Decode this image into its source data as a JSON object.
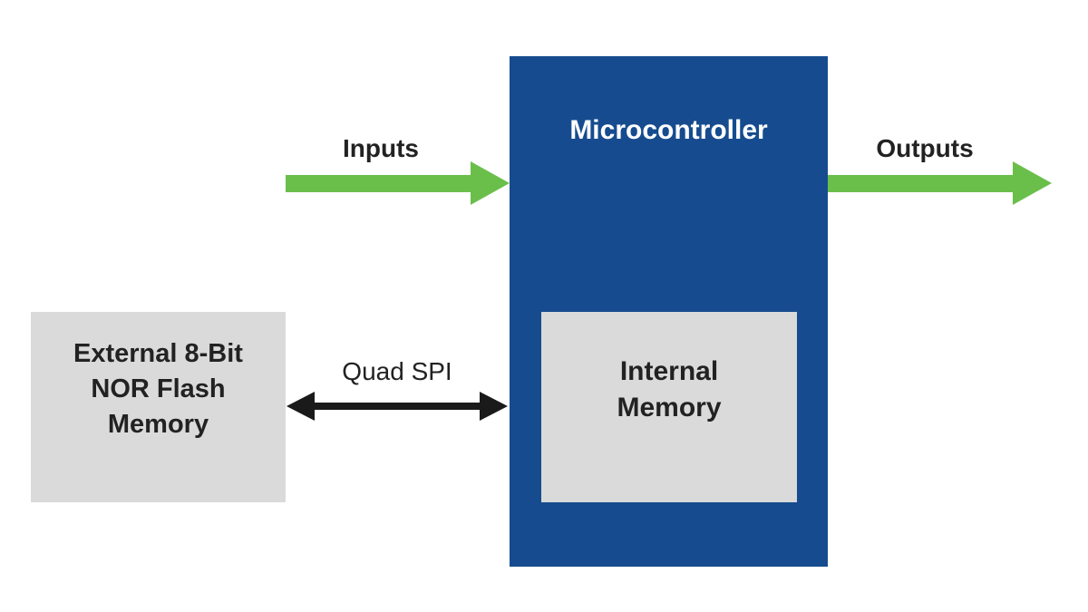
{
  "microcontroller": {
    "title": "Microcontroller",
    "color": "#164c8f"
  },
  "internal_memory": {
    "lines": [
      "Internal",
      "Memory"
    ]
  },
  "external_memory": {
    "lines": [
      "External 8-Bit",
      "NOR Flash",
      "Memory"
    ]
  },
  "signals": {
    "inputs": "Inputs",
    "outputs": "Outputs",
    "bus": "Quad SPI"
  },
  "colors": {
    "signal_arrow": "#6abf4b",
    "bus_arrow": "#1a1a1a",
    "memory_box": "#d9dad9"
  }
}
